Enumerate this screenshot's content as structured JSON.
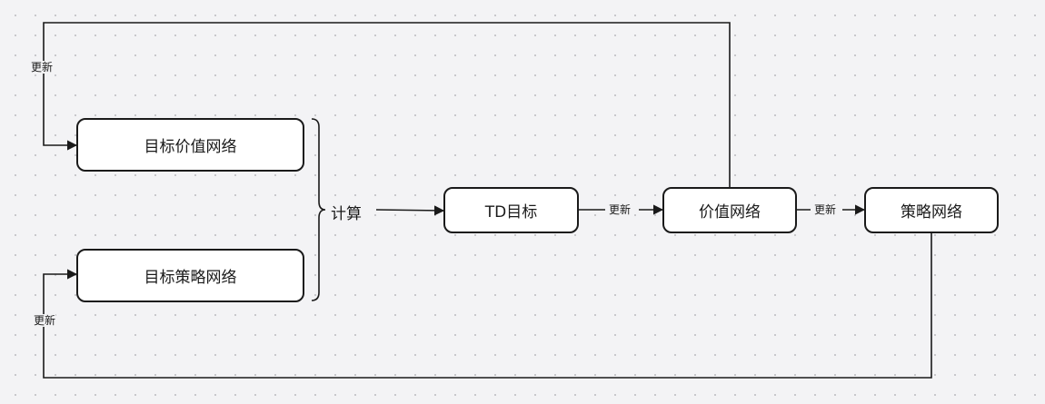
{
  "nodes": {
    "target_value": "目标价值网络",
    "target_policy": "目标策略网络",
    "td_target": "TD目标",
    "value_net": "价值网络",
    "policy_net": "策略网络"
  },
  "edge_labels": {
    "compute": "计算",
    "update_top_left": "更新",
    "update_bottom_left": "更新",
    "update_td_to_value": "更新",
    "update_value_to_policy": "更新"
  },
  "colors": {
    "background": "#f3f3f5",
    "grid_dot": "#c4c4c8",
    "stroke": "#1a1a1a",
    "node_fill": "#ffffff"
  }
}
